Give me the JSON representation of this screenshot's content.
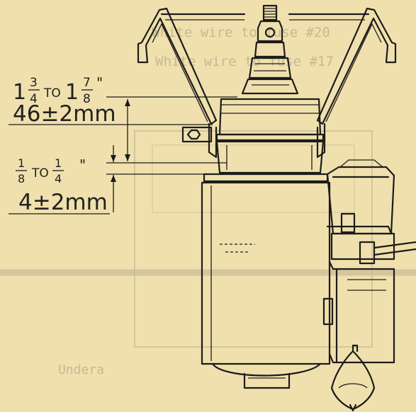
{
  "ghost_text": {
    "line1": "White wire to fuse #20",
    "line2": "White wire to fuse #17",
    "bottom": "Undera"
  },
  "upper_dimension": {
    "fraction_whole": "1",
    "fraction_a_num": "3",
    "fraction_a_den": "4",
    "to_word": "TO",
    "fraction_b_whole": "1",
    "fraction_b_num": "7",
    "fraction_b_den": "8",
    "inch_mark": "\"",
    "metric": "46±2mm"
  },
  "lower_dimension": {
    "fraction_a_num": "1",
    "fraction_a_den": "8",
    "to_word": "TO",
    "fraction_b_num": "1",
    "fraction_b_den": "4",
    "inch_mark": "\"",
    "metric": "4±2mm"
  }
}
